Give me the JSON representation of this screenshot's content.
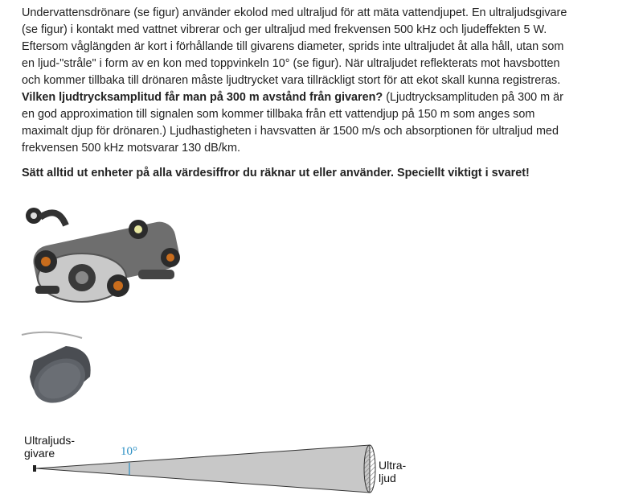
{
  "problem": {
    "p1_part1": "Undervattensdrönare (se figur) använder ekolod med ultraljud för att mäta vattendjupet. En ultraljudsgivare (se figur) i kontakt med vattnet vibrerar och ger ultraljud med frekvensen 500 kHz och ljudeffekten 5 W. Eftersom våglängden är kort i förhållande till givarens diameter, sprids inte ultraljudet åt alla håll, utan som en ljud-\"stråle\" i form av en kon med toppvinkeln 10° (se figur). När ultraljudet reflekterats mot havsbotten och kommer tillbaka till drönaren måste ljudtrycket vara tillräckligt stort för att ekot skall kunna registreras. ",
    "p1_question": "Vilken ljudtrycksamplitud får man på 300 m avstånd från givaren?",
    "p1_part2": " (Ljudtrycksamplituden på 300 m är en god approximation till signalen som kommer tillbaka från ett vattendjup på 150 m som anges som maximalt djup för drönaren.) Ljudhastigheten i havsvatten är 1500 m/s och absorptionen för ultraljud med frekvensen 500 kHz motsvarar 130 dB/km.",
    "p2": "Sätt alltid ut enheter på alla värdesiffror du räknar ut eller använder. Speciellt viktigt i svaret!"
  },
  "figure": {
    "source_label_1": "Ultraljuds-",
    "source_label_2": "givare",
    "angle_label": "10°",
    "beam_label_1": "Ultra-",
    "beam_label_2": "ljud",
    "angle_color": "#2a8fc4"
  }
}
